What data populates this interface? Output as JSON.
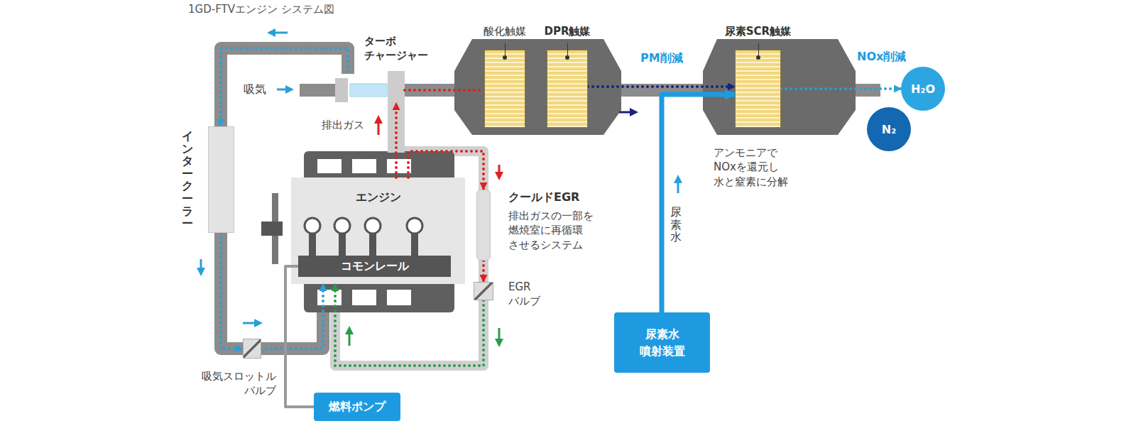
{
  "diagram": {
    "title": "1GD-FTVエンジン システム図",
    "nodes": [
      {
        "text": [
          "ターボ チャージャー"
        ]
      },
      {
        "text": [
          "酸化触媒"
        ]
      },
      {
        "text": [
          "DPR触媒"
        ]
      },
      {
        "text": [
          "尿素SCR触媒"
        ]
      },
      {
        "text": [
          "H₂O"
        ]
      },
      {
        "text": [
          "N₂"
        ]
      },
      {
        "text": [
          "インタークーラー"
        ]
      },
      {
        "text": [
          "エンジン"
        ]
      },
      {
        "text": [
          "コモンレール"
        ],
        "in": 7
      },
      {
        "text": [
          "クールドEGR",
          "排出ガスの一部を 燃焼室に再循環 させるシステム"
        ]
      },
      {
        "text": [
          "EGR バルブ"
        ]
      },
      {
        "text": [
          "吸気スロットル バルブ"
        ]
      },
      {
        "text": [
          "燃料ポンプ"
        ]
      },
      {
        "text": [
          "尿素水 噴射装置"
        ]
      }
    ],
    "edges": [
      {
        "from": 7,
        "to": 0,
        "arrow": "to"
      },
      {
        "from": 0,
        "to": 1,
        "arrow": "none"
      },
      {
        "from": 2,
        "to": 3,
        "arrow": "to"
      },
      {
        "from": 13,
        "to": 3,
        "arrow": "to"
      },
      {
        "from": 3,
        "to": 4,
        "arrow": "to"
      },
      {
        "from": 0,
        "to": 6,
        "arrow": "to"
      },
      {
        "from": 6,
        "to": 11,
        "arrow": "to"
      },
      {
        "from": 11,
        "to": 7,
        "arrow": "to"
      },
      {
        "from": 7,
        "to": 9,
        "arrow": "to"
      },
      {
        "from": 9,
        "to": 10,
        "arrow": "to"
      },
      {
        "from": 10,
        "to": 7,
        "arrow": "to"
      },
      {
        "from": 12,
        "to": 8,
        "arrow": "none"
      }
    ],
    "labels": [
      "吸気",
      "排出ガス",
      "PM削減",
      "NOx削減",
      "尿素水",
      "アンモニアで NOxを還元し 水と窒素に分解"
    ]
  }
}
